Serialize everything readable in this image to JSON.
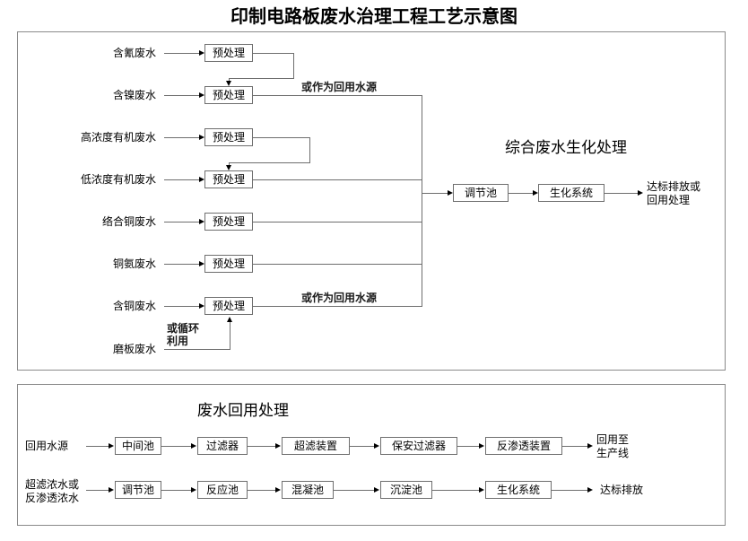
{
  "title": "印制电路板废水治理工程工艺示意图",
  "top_panel": {
    "section_heading": "综合废水生化处理",
    "notes": {
      "reuse_upper": "或作为回用水源",
      "reuse_lower": "或作为回用水源",
      "recycle": "或循环\n利用",
      "recycle_line1": "或循环",
      "recycle_line2": "利用"
    },
    "influent_rows": [
      {
        "source": "含氰废水",
        "process": "预处理"
      },
      {
        "source": "含镍废水",
        "process": "预处理"
      },
      {
        "source": "高浓度有机废水",
        "process": "预处理"
      },
      {
        "source": "低浓度有机废水",
        "process": "预处理"
      },
      {
        "source": "络合铜废水",
        "process": "预处理"
      },
      {
        "source": "铜氨废水",
        "process": "预处理"
      },
      {
        "source": "含铜废水",
        "process": "预处理"
      }
    ],
    "recycle_source": "磨板废水",
    "main_train": [
      {
        "label": "调节池"
      },
      {
        "label": "生化系统"
      }
    ],
    "outlet_line1": "达标排放或",
    "outlet_line2": "回用处理"
  },
  "bottom_panel": {
    "section_heading": "废水回用处理",
    "row1": {
      "inlet": "回用水源",
      "steps": [
        {
          "label": "中间池"
        },
        {
          "label": "过滤器"
        },
        {
          "label": "超滤装置"
        },
        {
          "label": "保安过滤器"
        },
        {
          "label": "反渗透装置"
        }
      ],
      "outlet_line1": "回用至",
      "outlet_line2": "生产线"
    },
    "row2": {
      "inlet_line1": "超滤浓水或",
      "inlet_line2": "反渗透浓水",
      "steps": [
        {
          "label": "调节池"
        },
        {
          "label": "反应池"
        },
        {
          "label": "混凝池"
        },
        {
          "label": "沉淀池"
        },
        {
          "label": "生化系统"
        }
      ],
      "outlet": "达标排放"
    }
  },
  "colors": {
    "line": "#6e6e6e",
    "panel_border": "#8a8a8a",
    "text": "#000000",
    "background": "#ffffff"
  }
}
